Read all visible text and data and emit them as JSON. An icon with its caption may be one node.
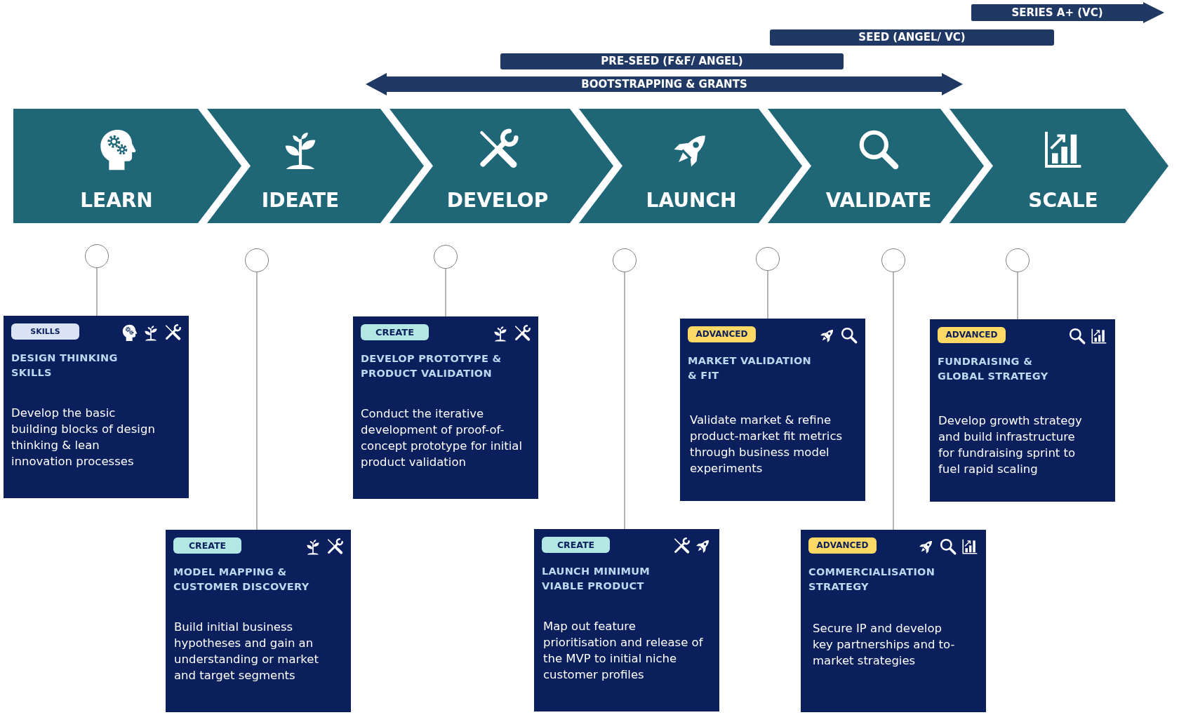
{
  "diagram": {
    "nodes": [
      {
        "text": [
          "SERIES A+ (VC)"
        ]
      },
      {
        "text": [
          "SEED (ANGEL/ VC)"
        ]
      },
      {
        "text": [
          "PRE-SEED (F&F/ ANGEL)"
        ]
      },
      {
        "text": [
          "BOOTSTRAPPING & GRANTS"
        ]
      },
      {
        "text": [
          "LEARN"
        ]
      },
      {
        "text": [
          "IDEATE"
        ]
      },
      {
        "text": [
          "DEVELOP"
        ]
      },
      {
        "text": [
          "LAUNCH"
        ]
      },
      {
        "text": [
          "VALIDATE"
        ]
      },
      {
        "text": [
          "SCALE"
        ]
      },
      {
        "text": [],
        "shape": "circle"
      },
      {
        "text": [
          "DESIGN THINKING SKILLS",
          "Develop the basic building blocks of design thinking & lean innovation processes"
        ]
      },
      {
        "text": [
          "SKILLS"
        ],
        "in": 11
      },
      {
        "text": [],
        "shape": "circle"
      },
      {
        "text": [
          "MODEL MAPPING & CUSTOMER DISCOVERY",
          "Build initial business hypotheses and gain an understanding or market and target segments"
        ]
      },
      {
        "text": [
          "CREATE"
        ],
        "in": 14
      },
      {
        "text": [],
        "shape": "circle"
      },
      {
        "text": [
          "DEVELOP PROTOTYPE & PRODUCT VALIDATION",
          "Conduct the iterative development of proof-of-concept prototype for initial product validation"
        ]
      },
      {
        "text": [
          "CREATE"
        ],
        "in": 17
      },
      {
        "text": [],
        "shape": "circle"
      },
      {
        "text": [
          "LAUNCH MINIMUM VIABLE PRODUCT",
          "Map out feature prioritisation and release of the MVP to initial niche customer profiles"
        ]
      },
      {
        "text": [
          "CREATE"
        ],
        "in": 20
      },
      {
        "text": [],
        "shape": "circle"
      },
      {
        "text": [
          "MARKET VALIDATION & FIT",
          "Validate market & refine product-market fit metrics through business model experiments"
        ]
      },
      {
        "text": [
          "ADVANCED"
        ],
        "in": 23
      },
      {
        "text": [],
        "shape": "circle"
      },
      {
        "text": [
          "COMMERCIALISATION STRATEGY",
          "Secure IP and develop key partnerships and to-market strategies"
        ]
      },
      {
        "text": [
          "ADVANCED"
        ],
        "in": 26
      },
      {
        "text": [],
        "shape": "circle"
      },
      {
        "text": [
          "FUNDRAISING & GLOBAL STRATEGY",
          "Develop growth strategy and build infrastructure for fundraising sprint to fuel rapid scaling"
        ]
      },
      {
        "text": [
          "ADVANCED"
        ],
        "in": 29
      }
    ],
    "edges": [
      {
        "from": 10,
        "to": 11,
        "arrow": "none"
      },
      {
        "from": 13,
        "to": 14,
        "arrow": "none"
      },
      {
        "from": 16,
        "to": 17,
        "arrow": "none"
      },
      {
        "from": 19,
        "to": 20,
        "arrow": "none"
      },
      {
        "from": 22,
        "to": 23,
        "arrow": "none"
      },
      {
        "from": 25,
        "to": 26,
        "arrow": "none"
      },
      {
        "from": 28,
        "to": 29,
        "arrow": "none"
      }
    ]
  }
}
